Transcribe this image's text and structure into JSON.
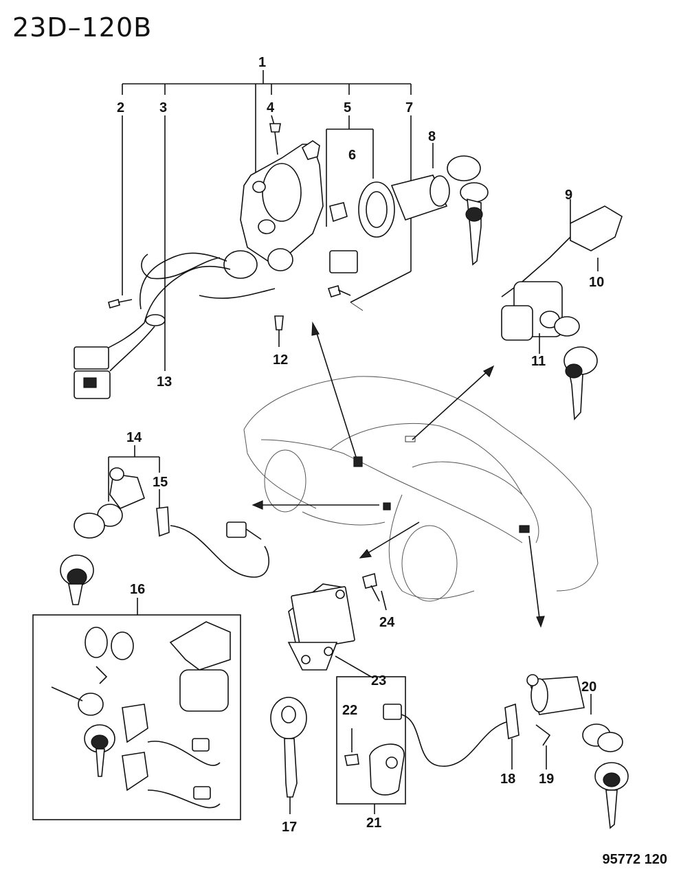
{
  "diagram": {
    "code": "23D–120B",
    "footer": "95772  120",
    "callouts": {
      "c1": "1",
      "c2": "2",
      "c3": "3",
      "c4": "4",
      "c5": "5",
      "c6": "6",
      "c7": "7",
      "c8": "8",
      "c9": "9",
      "c10": "10",
      "c11": "11",
      "c12": "12",
      "c13": "13",
      "c14": "14",
      "c15": "15",
      "c16": "16",
      "c17": "17",
      "c18": "18",
      "c19": "19",
      "c20": "20",
      "c21": "21",
      "c22": "22",
      "c23": "23",
      "c24": "24"
    }
  }
}
